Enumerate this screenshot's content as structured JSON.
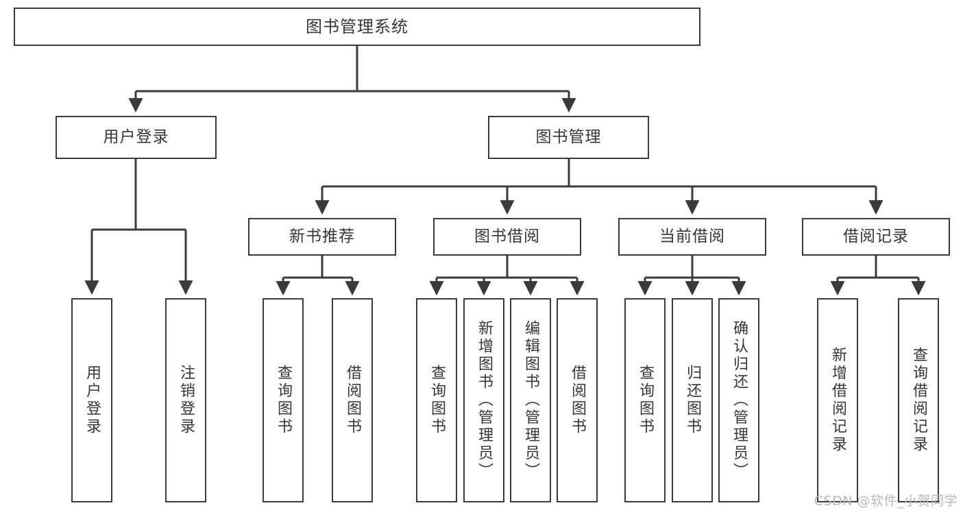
{
  "diagram": {
    "title": "图书管理系统",
    "type": "tree",
    "watermark": "CSDN @软件_小贺同学",
    "line_color": "#3a3a3a",
    "text_color": "#33363b",
    "background": "#ffffff"
  },
  "nodes": {
    "root": {
      "label": "图书管理系统"
    },
    "level2": [
      {
        "label": "用户登录"
      },
      {
        "label": "图书管理"
      }
    ],
    "level3": [
      {
        "label": "新书推荐"
      },
      {
        "label": "图书借阅"
      },
      {
        "label": "当前借阅"
      },
      {
        "label": "借阅记录"
      }
    ],
    "leaves": {
      "user_login": [
        {
          "label": "用户登录"
        },
        {
          "label": "注销登录"
        }
      ],
      "new_book": [
        {
          "label": "查询图书"
        },
        {
          "label": "借阅图书"
        }
      ],
      "book_borrow": [
        {
          "label": "查询图书"
        },
        {
          "label": "新增图书（管理员）"
        },
        {
          "label": "编辑图书（管理员）"
        },
        {
          "label": "借阅图书"
        }
      ],
      "current_borrow": [
        {
          "label": "查询图书"
        },
        {
          "label": "归还图书"
        },
        {
          "label": "确认归还（管理员）"
        }
      ],
      "borrow_record": [
        {
          "label": "新增借阅记录"
        },
        {
          "label": "查询借阅记录"
        }
      ]
    }
  }
}
